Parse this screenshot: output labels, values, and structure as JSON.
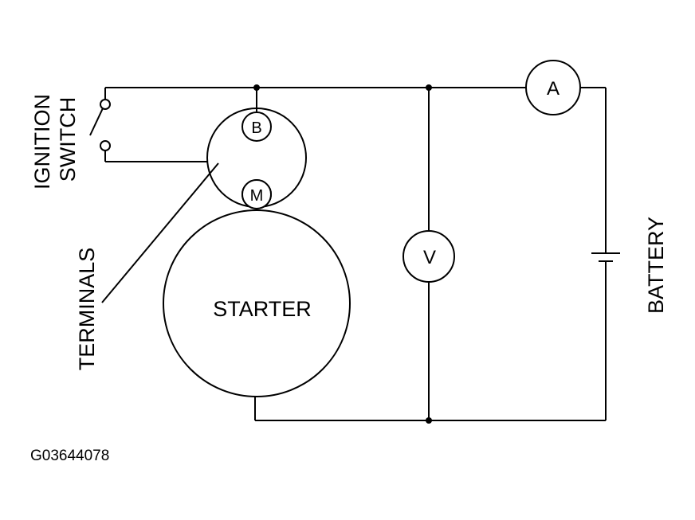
{
  "labels": {
    "ignition_switch_line1": "IGNITION",
    "ignition_switch_line2": "SWITCH",
    "terminals": "TERMINALS",
    "starter": "STARTER",
    "battery": "BATTERY",
    "figure_code": "G03644078"
  },
  "meters": {
    "ammeter": "A",
    "voltmeter": "V"
  },
  "terminals": {
    "b": "B",
    "m": "M"
  }
}
